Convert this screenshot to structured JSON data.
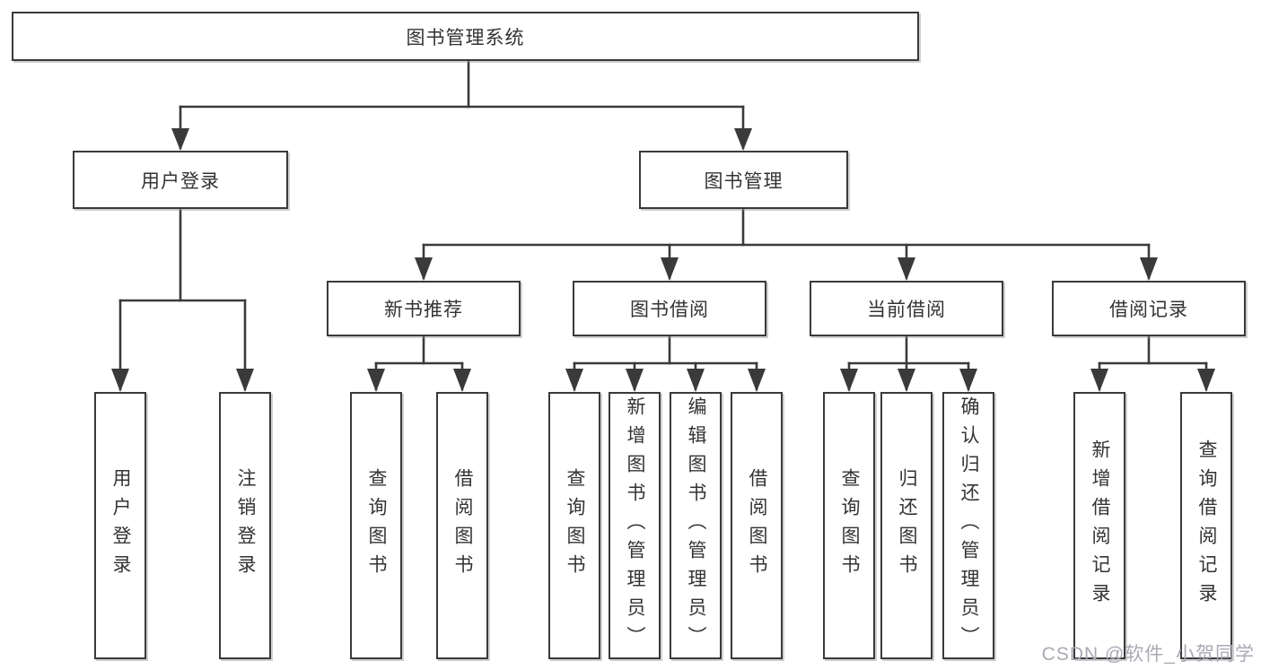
{
  "diagram": {
    "root": {
      "label": "图书管理系统"
    },
    "branches": [
      {
        "label": "用户登录",
        "children": [
          {
            "label": "用户登录"
          },
          {
            "label": "注销登录"
          }
        ]
      },
      {
        "label": "图书管理",
        "children": [
          {
            "label": "新书推荐",
            "children": [
              {
                "label": "查询图书"
              },
              {
                "label": "借阅图书"
              }
            ]
          },
          {
            "label": "图书借阅",
            "children": [
              {
                "label": "查询图书"
              },
              {
                "label": "新增图书（管理员）"
              },
              {
                "label": "编辑图书（管理员）"
              },
              {
                "label": "借阅图书"
              }
            ]
          },
          {
            "label": "当前借阅",
            "children": [
              {
                "label": "查询图书"
              },
              {
                "label": "归还图书"
              },
              {
                "label": "确认归还（管理员）"
              }
            ]
          },
          {
            "label": "借阅记录",
            "children": [
              {
                "label": "新增借阅记录"
              },
              {
                "label": "查询借阅记录"
              }
            ]
          }
        ]
      }
    ],
    "watermark": "CSDN @软件_小贺同学",
    "colors": {
      "line": "#3a3a3a",
      "box_border": "#3a3a3a",
      "box_bg": "#ffffff",
      "text": "#333333",
      "watermark": "#a9aab4",
      "background": "#ffffff"
    }
  }
}
